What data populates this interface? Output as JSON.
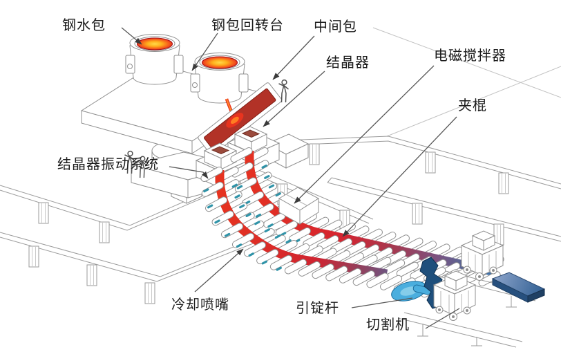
{
  "diagram": {
    "labels": [
      {
        "id": "ladle",
        "text": "钢水包"
      },
      {
        "id": "ladle-turret",
        "text": "钢包回转台"
      },
      {
        "id": "tundish",
        "text": "中间包"
      },
      {
        "id": "mold",
        "text": "结晶器"
      },
      {
        "id": "em-stirrer",
        "text": "电磁搅拌器"
      },
      {
        "id": "pinch-roll",
        "text": "夹棍"
      },
      {
        "id": "mold-oscillation",
        "text": "结晶器振动系统"
      },
      {
        "id": "cooling-nozzle",
        "text": "冷却喷嘴"
      },
      {
        "id": "dummy-bar",
        "text": "引锭杆"
      },
      {
        "id": "cutter",
        "text": "切割机"
      }
    ],
    "colors": {
      "hot_steel": "#e63320",
      "cooling_steel_purple": "#7b5280",
      "cooled_steel": "#3f74b0",
      "dummy_bar_blue": "#4aaede",
      "molten_center": "#ffd94a",
      "nozzle_teal": "#2f93a8",
      "line_gray": "#9a9a9a",
      "label_text": "#1b1b1b"
    }
  }
}
